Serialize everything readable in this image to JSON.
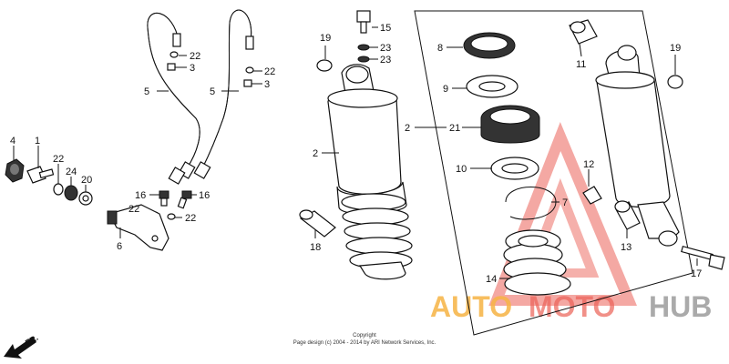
{
  "callouts": {
    "c1": "1",
    "c2a": "2",
    "c2b": "2",
    "c3a": "3",
    "c3b": "3",
    "c4": "4",
    "c5a": "5",
    "c5b": "5",
    "c6": "6",
    "c7": "7",
    "c8": "8",
    "c9": "9",
    "c10": "10",
    "c11": "11",
    "c12": "12",
    "c13": "13",
    "c14": "14",
    "c15": "15",
    "c16a": "16",
    "c16b": "16",
    "c17": "17",
    "c18": "18",
    "c19a": "19",
    "c19b": "19",
    "c20": "20",
    "c21": "21",
    "c22a": "22",
    "c22b": "22",
    "c22c": "22",
    "c22d": "22",
    "c22e": "22",
    "c23a": "23",
    "c23b": "23",
    "c24": "24"
  },
  "copyright": {
    "line1": "Copyright",
    "line2": "Page design (c) 2004 - 2014 by ARI Network Services, Inc."
  },
  "direction": {
    "label": "FR."
  },
  "watermark": {
    "text_a": "AUTO",
    "text_b": "MOTO",
    "text_c": "HUB",
    "color_orange": "#f5a623",
    "color_red": "#e8463a",
    "color_gray": "#8a8a8a"
  }
}
